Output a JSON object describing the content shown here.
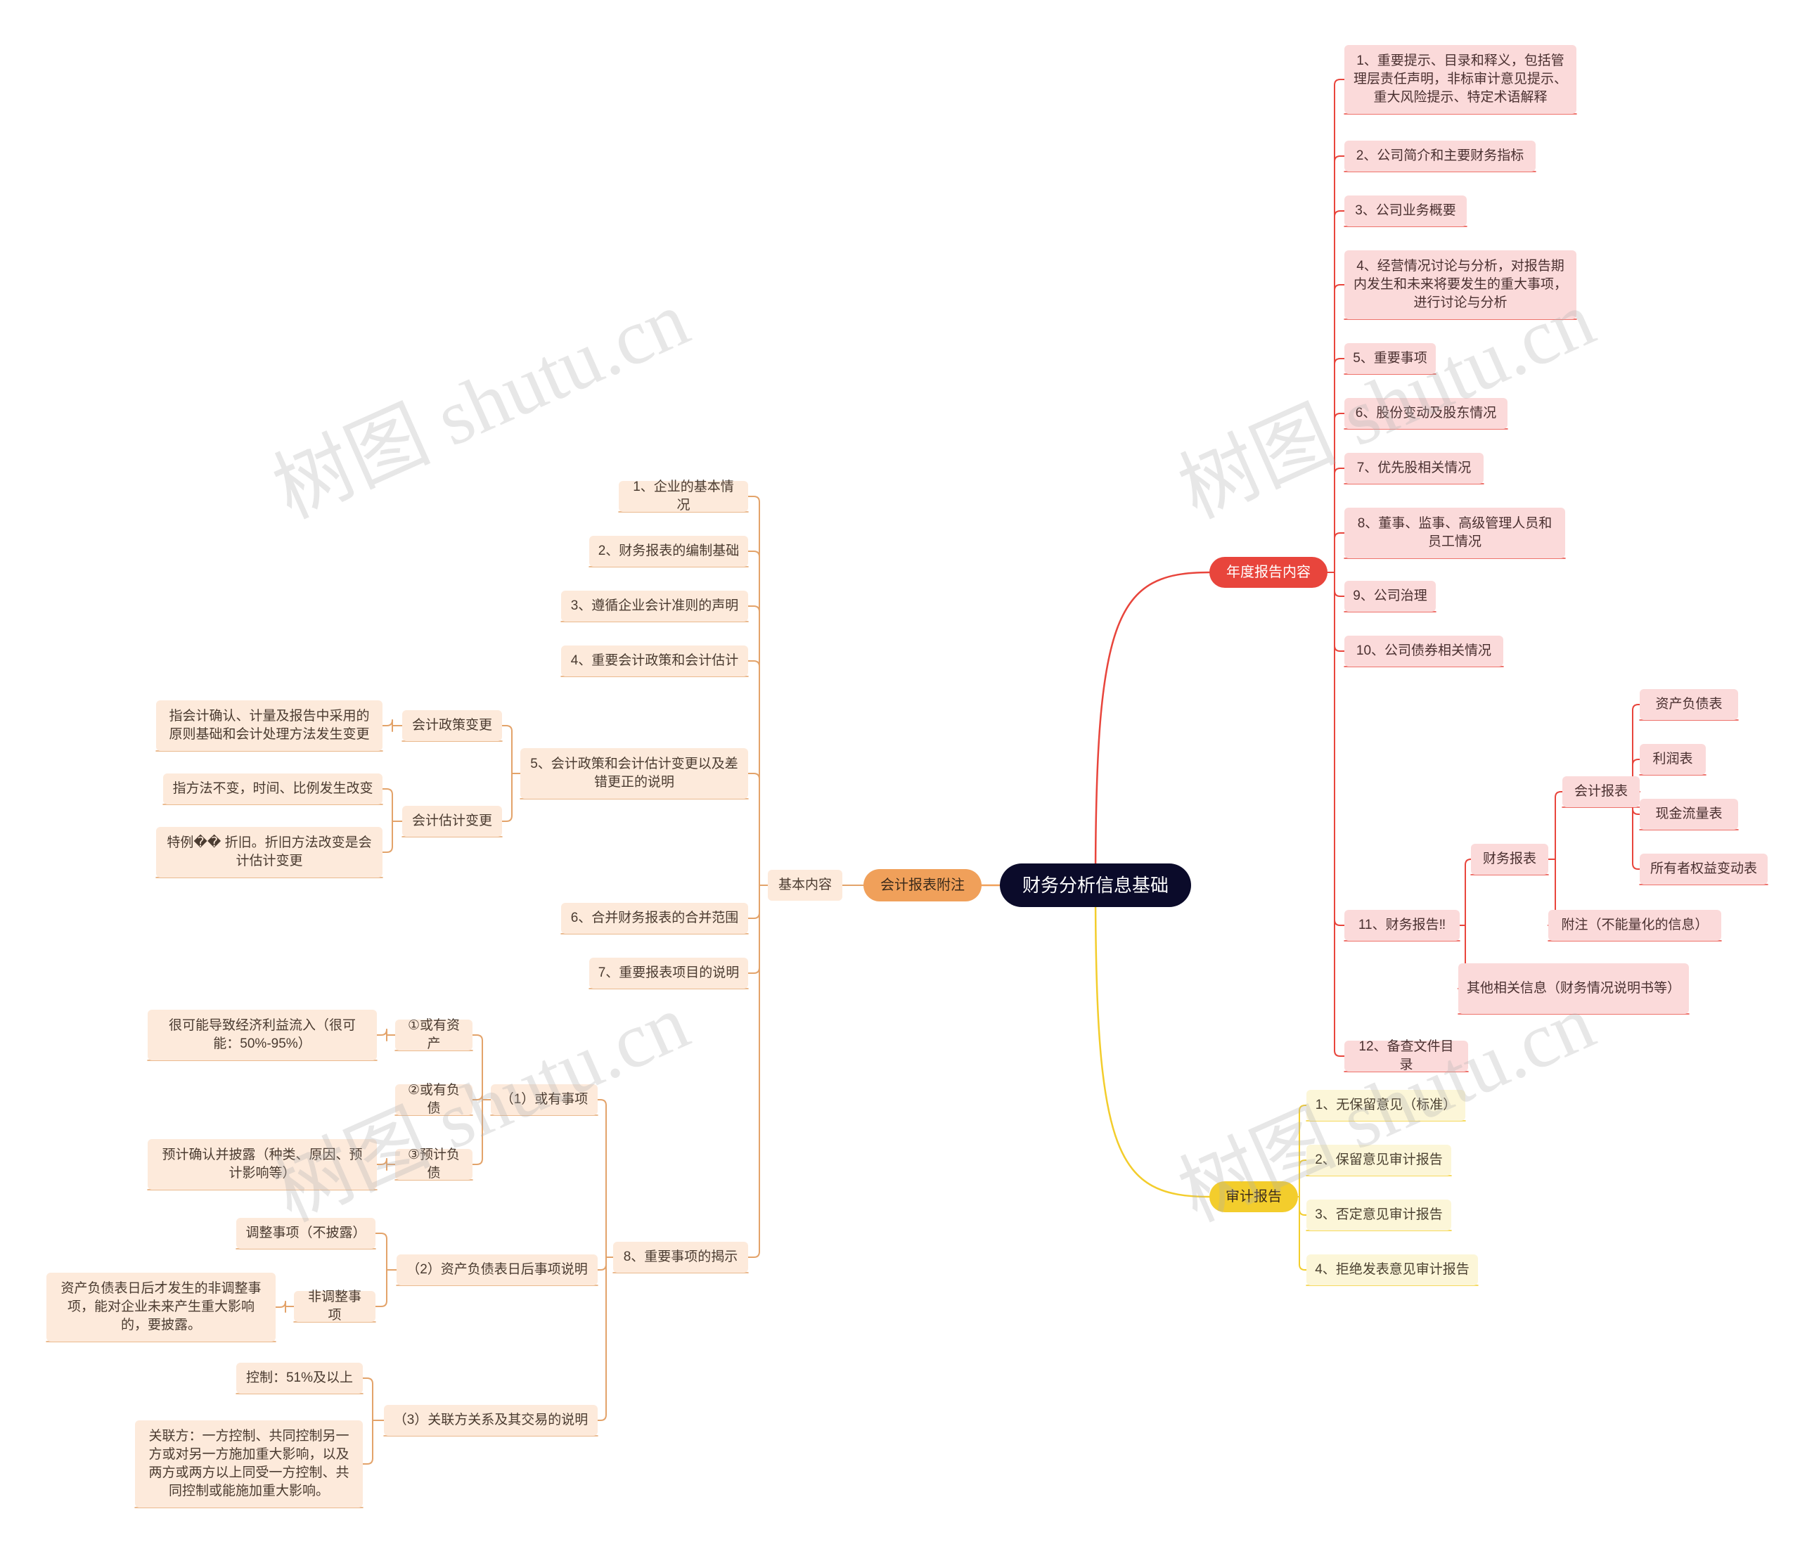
{
  "root": "财务分析信息基础",
  "branches": {
    "annual": "年度报告内容",
    "notes": "会计报表附注",
    "audit": "审计报告"
  },
  "annual_items": {
    "a1": "1、重要提示、目录和释义，包括管理层责任声明，非标审计意见提示、重大风险提示、特定术语解释",
    "a2": "2、公司简介和主要财务指标",
    "a3": "3、公司业务概要",
    "a4": "4、经营情况讨论与分析，对报告期内发生和未来将要发生的重大事项，进行讨论与分析",
    "a5": "5、重要事项",
    "a6": "6、股份变动及股东情况",
    "a7": "7、优先股相关情况",
    "a8": "8、董事、监事、高级管理人员和员工情况",
    "a9": "9、公司治理",
    "a10": "10、公司债券相关情况",
    "a11": "11、财务报告‼",
    "a12": "12、备查文件目录",
    "fin_statements": "财务报表",
    "acct_statements": "会计报表",
    "balance_sheet": "资产负债表",
    "income": "利润表",
    "cashflow": "现金流量表",
    "equity": "所有者权益变动表",
    "notes_nonquant": "附注（不能量化的信息）",
    "other_info": "其他相关信息（财务情况说明书等）"
  },
  "audit_items": {
    "u1": "1、无保留意见（标准）",
    "u2": "2、保留意见审计报告",
    "u3": "3、否定意见审计报告",
    "u4": "4、拒绝发表意见审计报告"
  },
  "notes_items": {
    "basic": "基本内容",
    "n1": "1、企业的基本情况",
    "n2": "2、财务报表的编制基础",
    "n3": "3、遵循企业会计准则的声明",
    "n4": "4、重要会计政策和会计估计",
    "n5": "5、会计政策和会计估计变更以及差错更正的说明",
    "policy_change": "会计政策变更",
    "policy_change_desc": "指会计确认、计量及报告中采用的原则基础和会计处理方法发生变更",
    "estimate_change": "会计估计变更",
    "estimate_desc1": "指方法不变，时间、比例发生改变",
    "estimate_desc2": "特例�� 折旧。折旧方法改变是会计估计变更",
    "n6": "6、合并财务报表的合并范围",
    "n7": "7、重要报表项目的说明",
    "n8": "8、重要事项的揭示",
    "contingent": "（1）或有事项",
    "cont_assets": "①或有资产",
    "cont_assets_desc": "很可能导致经济利益流入（很可能：50%-95%）",
    "cont_liab": "②或有负债",
    "est_liab": "③预计负债",
    "est_liab_desc": "预计确认并披露（种类、原因、预计影响等）",
    "post_bs": "（2）资产负债表日后事项说明",
    "adjusting": "调整事项（不披露）",
    "non_adjusting": "非调整事项",
    "non_adjusting_desc": "资产负债表日后才发生的非调整事项，能对企业未来产生重大影响的，要披露。",
    "related": "（3）关联方关系及其交易的说明",
    "control": "控制：51%及以上",
    "related_desc": "关联方：一方控制、共同控制另一方或对另一方施加重大影响，以及两方或两方以上同受一方控制、共同控制或能施加重大影响。"
  },
  "watermark": "树图 shutu.cn",
  "colors": {
    "root_bg": "#0b0b2a",
    "red": "#e8453c",
    "orange": "#f0a05a",
    "yellow": "#f3cd2c",
    "pink_node": "#fbdada",
    "tan_node": "#fdeadb",
    "cream_node": "#fcf6d8"
  }
}
